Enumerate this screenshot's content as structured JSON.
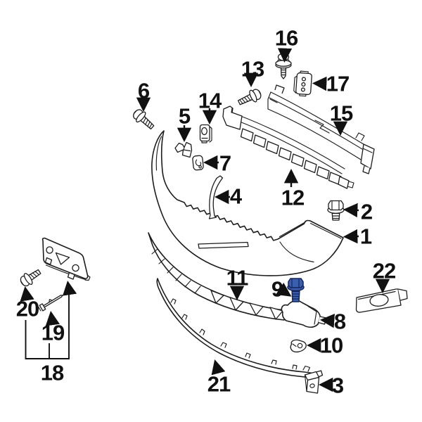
{
  "diagram": {
    "background_color": "#ffffff",
    "line_color": "#1d1d1d",
    "label_color": "#111111",
    "highlight": {
      "part": "9",
      "fill": "#3a5fae",
      "stroke": "#15245c"
    },
    "labels": [
      {
        "part": "1",
        "text": "1"
      },
      {
        "part": "2",
        "text": "2"
      },
      {
        "part": "3",
        "text": "3"
      },
      {
        "part": "4",
        "text": "4"
      },
      {
        "part": "5",
        "text": "5"
      },
      {
        "part": "6",
        "text": "6"
      },
      {
        "part": "7",
        "text": "7"
      },
      {
        "part": "8",
        "text": "8"
      },
      {
        "part": "9",
        "text": "9"
      },
      {
        "part": "10",
        "text": "10"
      },
      {
        "part": "11",
        "text": "11"
      },
      {
        "part": "12",
        "text": "12"
      },
      {
        "part": "13",
        "text": "13"
      },
      {
        "part": "14",
        "text": "14"
      },
      {
        "part": "15",
        "text": "15"
      },
      {
        "part": "16",
        "text": "16"
      },
      {
        "part": "17",
        "text": "17"
      },
      {
        "part": "18",
        "text": "18"
      },
      {
        "part": "19",
        "text": "19"
      },
      {
        "part": "20",
        "text": "20"
      },
      {
        "part": "21",
        "text": "21"
      },
      {
        "part": "22",
        "text": "22"
      }
    ]
  }
}
